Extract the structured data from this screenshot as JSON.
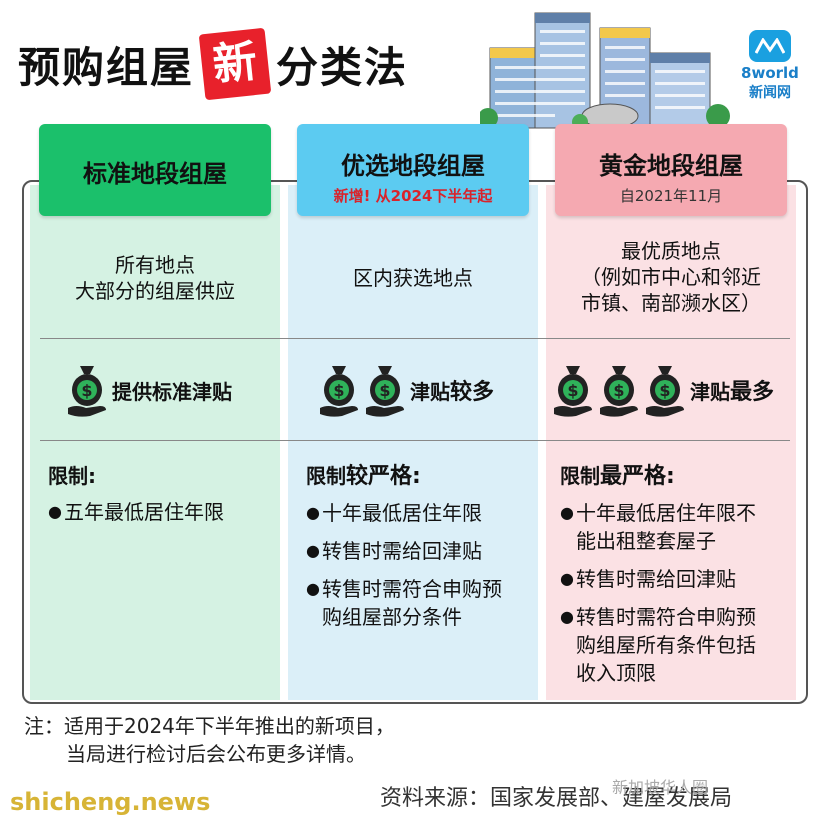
{
  "title": {
    "part1": "预购组屋",
    "highlight": "新",
    "part2": "分类法"
  },
  "brand": {
    "name": "8world",
    "sub": "新闻网"
  },
  "columns": [
    {
      "title": "标准地段组屋",
      "subtitle": "",
      "location_lines": [
        "所有地点",
        "大部分的组屋供应"
      ],
      "subsidy": "提供标准津贴",
      "bags": 1,
      "restriction_title": "限制:",
      "bullets": [
        "五年最低居住年限"
      ]
    },
    {
      "title": "优选地段组屋",
      "subtitle": "新增! 从2024下半年起",
      "location_lines": [
        "区内获选地点"
      ],
      "subsidy_plain": "津贴",
      "subsidy_bold": "较多",
      "bags": 2,
      "restriction_title_plain": "限制",
      "restriction_title_bold": "较严格:",
      "bullets": [
        "十年最低居住年限",
        "转售时需给回津贴",
        "转售时需符合申购预购组屋部分条件"
      ]
    },
    {
      "title": "黄金地段组屋",
      "subtitle": "自2021年11月",
      "location_lines": [
        "最优质地点",
        "（例如市中心和邻近",
        "市镇、南部濒水区）"
      ],
      "subsidy_plain": "津贴",
      "subsidy_bold": "最多",
      "bags": 3,
      "restriction_title_plain": "限制",
      "restriction_title_bold": "最严格:",
      "bullets": [
        "十年最低居住年限不能出租整套屋子",
        "转售时需给回津贴",
        "转售时需符合申购预购组屋所有条件包括收入顶限"
      ]
    }
  ],
  "note": {
    "line1": "注：适用于2024年下半年推出的新项目，",
    "line2": "当局进行检讨后会公布更多详情。"
  },
  "source": "资料来源：国家发展部、建屋发展局",
  "watermark": {
    "site": "shicheng.news",
    "wechat": "新加坡华人圈"
  },
  "colors": {
    "standard": "#1bc06b",
    "plus": "#5ccbf1",
    "prime": "#f5a9b1",
    "accent": "#e8212b"
  }
}
